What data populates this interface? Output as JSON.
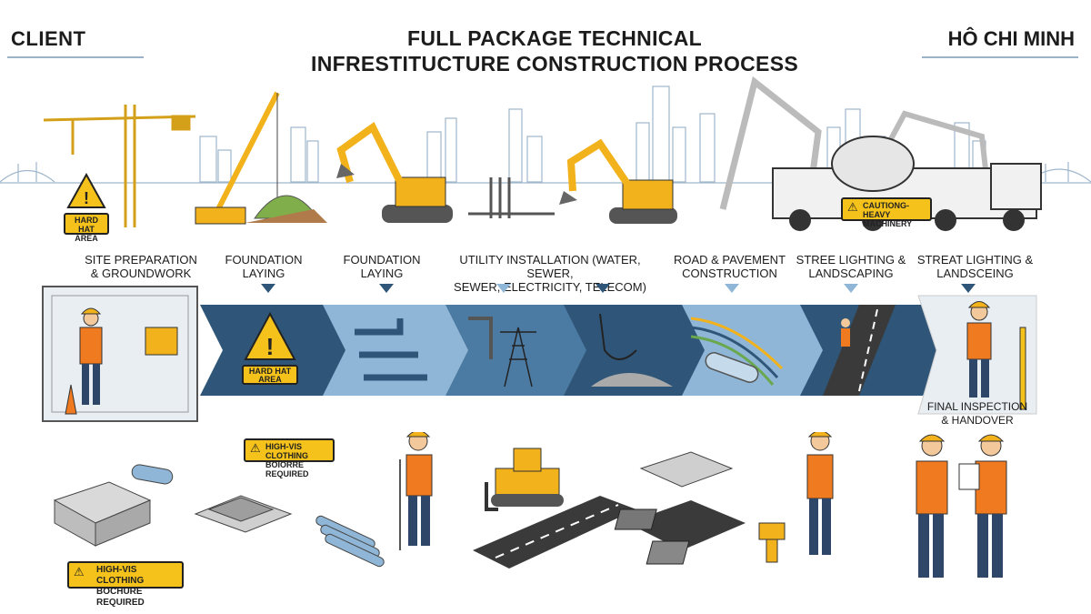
{
  "header": {
    "client": "CLIENT",
    "city": "HÔ CHI MINH",
    "title_line1": "FULL PACKAGE TECHNICAL",
    "title_line2": "INFRESTITUCTURE CONSTRUCTION PROCESS"
  },
  "steps": [
    {
      "line1": "SITE PREPARATION",
      "line2": "& GROUNDWORK"
    },
    {
      "line1": "FOUNDATION",
      "line2": "LAYING"
    },
    {
      "line1": "FOUNDATION",
      "line2": "LAYING"
    },
    {
      "line1": "UTILITY INSTALLATION (WATER, SEWER,",
      "line2": "SEWER, ELECTRICITY, TELECOM)"
    },
    {
      "line1": "ROAD & PAVEMENT",
      "line2": "CONSTRUCTION"
    },
    {
      "line1": "STREE LIGHTING &",
      "line2": "LANDSCAPING"
    },
    {
      "line1": "STREAT LIGHTING &",
      "line2": "LANDSCEING"
    }
  ],
  "final_step": {
    "line1": "FINAL INSPECTION",
    "line2": "& HANDOVER"
  },
  "signs": {
    "hard_hat_top": {
      "line1": "HARD HAT",
      "line2": "AREA"
    },
    "hard_hat_band": {
      "line1": "HARD HAT",
      "line2": "AREA"
    },
    "hivis_small": {
      "line1": "HIGH-VIS CLOTHING",
      "line2": "BOIORRE REQUIRED"
    },
    "hivis_large": {
      "line1": "HIGH-VIS CLOTHING",
      "line2": "BOCHURE REQUIRED"
    },
    "caution": {
      "line1": "CAUTIONG-",
      "line2": "HEAVY MACHINERY"
    }
  },
  "colors": {
    "band_dark": "#2f5679",
    "band_mid": "#4b7aa3",
    "band_light": "#8fb6d6",
    "band_pale": "#c5dbeb",
    "machine_yellow": "#f2b21b",
    "warning_yellow": "#f4c21a",
    "vest_orange": "#f07a1f",
    "skyline": "#9fb6cc",
    "ink": "#1c1c1c"
  },
  "icons": [
    "warning-icon",
    "crane-icon",
    "excavator-icon",
    "concrete-pump-icon",
    "mixer-truck-icon",
    "pipe-icon",
    "power-tower-icon",
    "road-icon",
    "worker-icon",
    "bulldozer-icon",
    "drill-icon",
    "cone-icon"
  ]
}
